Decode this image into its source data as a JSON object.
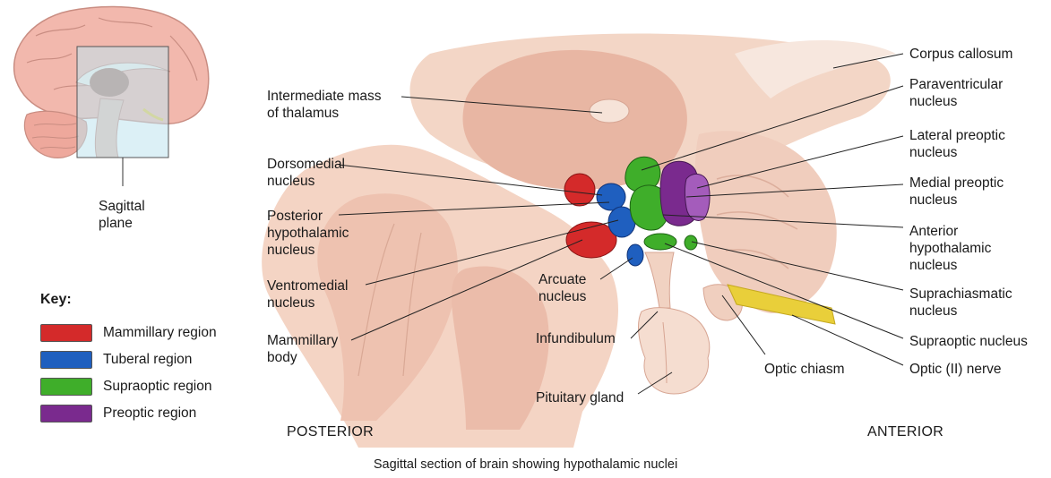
{
  "caption": "Sagittal section of brain showing hypothalamic nuclei",
  "inset_label": "Sagittal\nplane",
  "directions": {
    "posterior": "POSTERIOR",
    "anterior": "ANTERIOR"
  },
  "key": {
    "title": "Key:",
    "items": [
      {
        "label": "Mammillary region",
        "color": "#d42a2a"
      },
      {
        "label": "Tuberal region",
        "color": "#1f5fbf"
      },
      {
        "label": "Supraoptic region",
        "color": "#3fae2a"
      },
      {
        "label": "Preoptic region",
        "color": "#7a2a8e"
      }
    ]
  },
  "labels": {
    "intermediate_mass": "Intermediate mass\nof thalamus",
    "dorsomedial": "Dorsomedial\nnucleus",
    "posterior_hypothalamic": "Posterior\nhypothalamic\nnucleus",
    "ventromedial": "Ventromedial\nnucleus",
    "mammillary_body": "Mammillary\nbody",
    "arcuate": "Arcuate\nnucleus",
    "infundibulum": "Infundibulum",
    "pituitary_gland": "Pituitary gland",
    "optic_chiasm": "Optic chiasm",
    "corpus_callosum": "Corpus callosum",
    "paraventricular": "Paraventricular\nnucleus",
    "lateral_preoptic": "Lateral preoptic\nnucleus",
    "medial_preoptic": "Medial preoptic\nnucleus",
    "anterior_hypothalamic": "Anterior\nhypothalamic\nnucleus",
    "suprachiasmatic": "Suprachiasmatic\nnucleus",
    "supraoptic": "Supraoptic nucleus",
    "optic_nerve": "Optic (II) nerve"
  }
}
